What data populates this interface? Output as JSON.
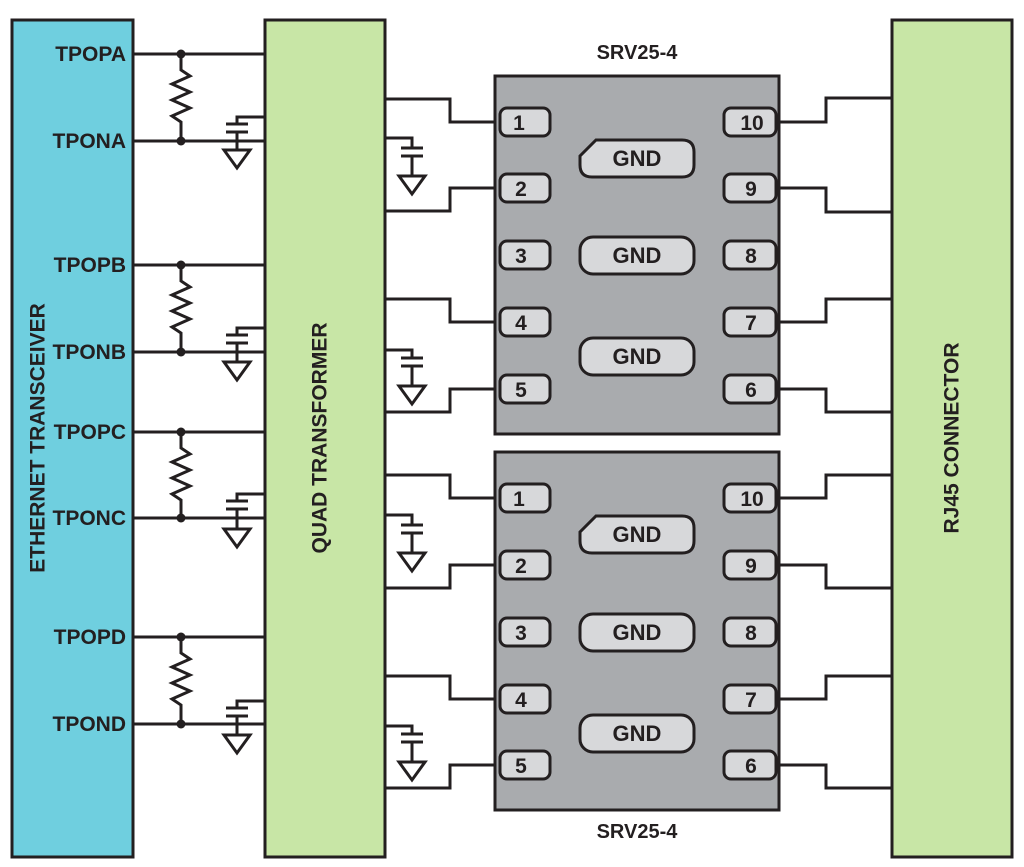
{
  "ethernet_transceiver": {
    "label": "ETHERNET TRANSCEIVER",
    "signals": [
      "TPOPA",
      "TPONA",
      "TPOPB",
      "TPONB",
      "TPOPC",
      "TPONC",
      "TPOPD",
      "TPOND"
    ]
  },
  "quad_transformer": {
    "label": "QUAD TRANSFORMER"
  },
  "rj45_connector": {
    "label": "RJ45 CONNECTOR"
  },
  "srv_top": {
    "label": "SRV25-4",
    "left_pins": [
      "1",
      "2",
      "3",
      "4",
      "5"
    ],
    "right_pins": [
      "10",
      "9",
      "8",
      "7",
      "6"
    ],
    "gnd_labels": [
      "GND",
      "GND",
      "GND"
    ]
  },
  "srv_bottom": {
    "label": "SRV25-4",
    "left_pins": [
      "1",
      "2",
      "3",
      "4",
      "5"
    ],
    "right_pins": [
      "10",
      "9",
      "8",
      "7",
      "6"
    ],
    "gnd_labels": [
      "GND",
      "GND",
      "GND"
    ]
  },
  "colors": {
    "transceiver_fill": "#6fcfdf",
    "transformer_fill": "#c8e6a6",
    "connector_fill": "#c8e6a6",
    "chip_fill": "#a9abae",
    "pin_fill": "#d7d8da",
    "line": "#231f20"
  }
}
